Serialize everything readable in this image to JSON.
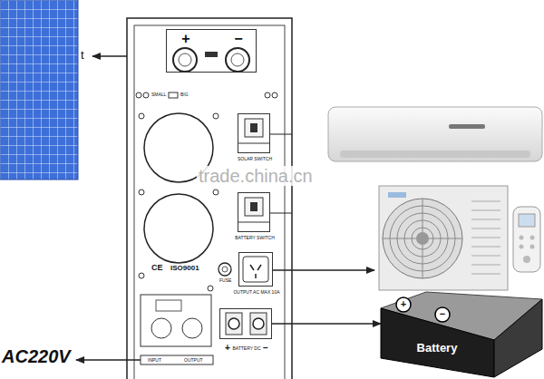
{
  "diagram": {
    "nodes": [
      {
        "text": [
          "+",
          "−"
        ]
      },
      {
        "text": [
          "SOLAR SWITCH"
        ]
      },
      {
        "text": [
          "BATTERY SWITCH"
        ]
      },
      {
        "text": [
          "OUTPUT AC MAX 10A"
        ]
      },
      {
        "text": [
          "+",
          "BATTERY DC",
          "−"
        ]
      },
      {
        "text": [
          "+",
          "−",
          "Battery"
        ]
      }
    ],
    "edges": [
      {
        "from": 4,
        "to": 5,
        "arrow": "to"
      }
    ],
    "labels": [
      "t",
      "SMALL",
      "BIG",
      "CE",
      "ISO9001",
      "FUSE",
      "INPUT",
      "OUTPUT",
      "AC220V",
      "trade.china.cn"
    ]
  }
}
